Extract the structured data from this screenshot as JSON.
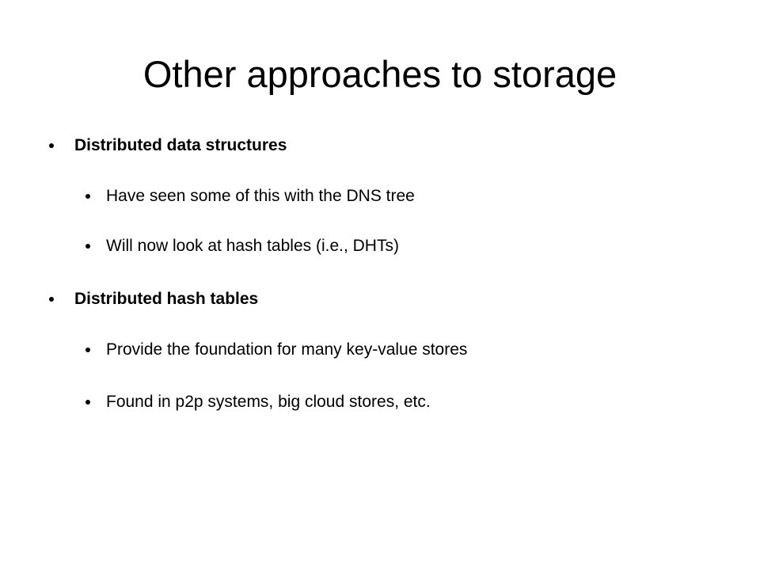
{
  "slide": {
    "title": "Other approaches to storage",
    "bullets": [
      {
        "text": "Distributed data structures",
        "level": 1
      },
      {
        "text": "Have seen some of this with the DNS tree",
        "level": 2
      },
      {
        "text": "Will now look at hash tables (i.e., DHTs)",
        "level": 2
      },
      {
        "text": "Distributed hash tables",
        "level": 1
      },
      {
        "text": "Provide the foundation for many key-value stores",
        "level": 2
      },
      {
        "text": "Found in p2p systems, big cloud stores, etc.",
        "level": 2
      }
    ]
  }
}
